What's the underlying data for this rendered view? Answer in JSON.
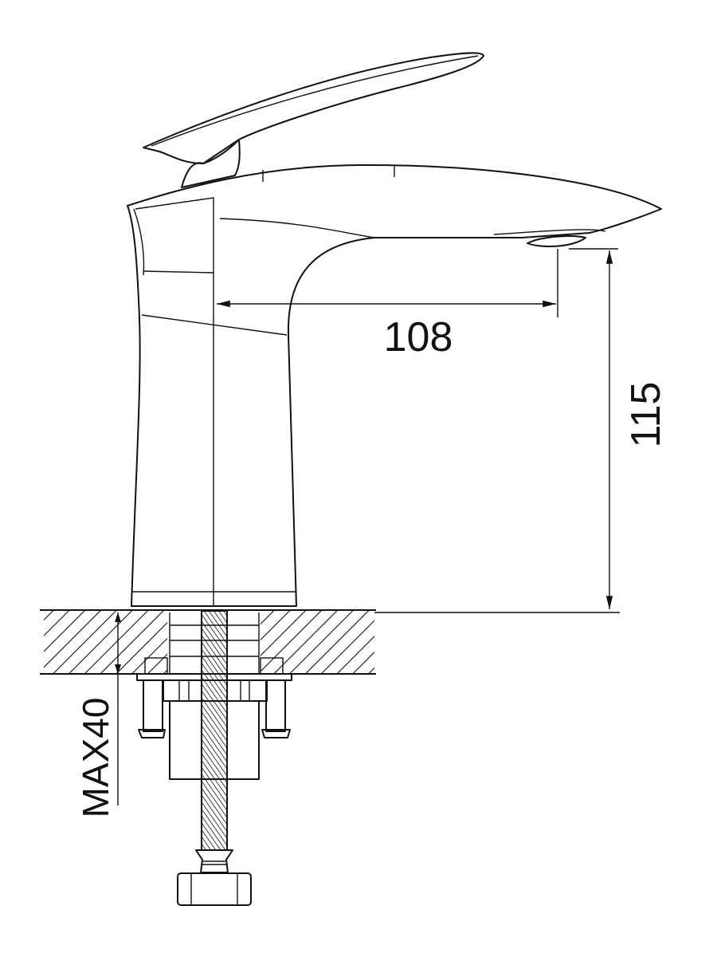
{
  "drawing": {
    "dimensions": {
      "spout_reach": "108",
      "spout_height": "115",
      "max_counter_thickness": "MAX40"
    },
    "colors": {
      "line": "#111111",
      "background": "#ffffff"
    }
  }
}
